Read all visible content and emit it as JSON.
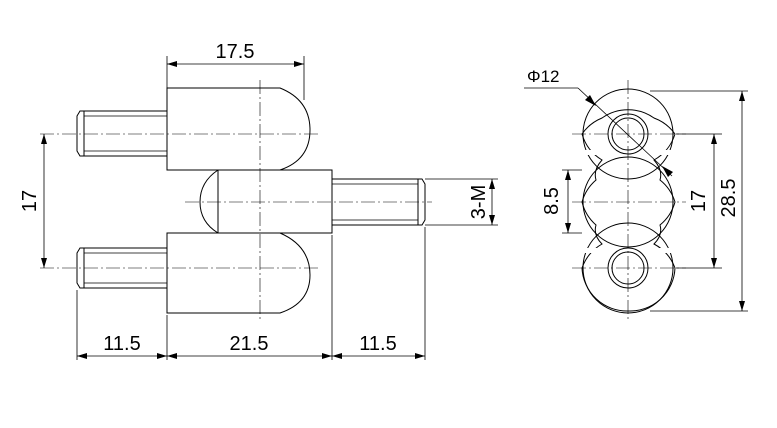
{
  "side_view": {
    "dim_top": "17.5",
    "dim_vertical": "17",
    "dim_thread": "3-M",
    "dim_bottom_left": "11.5",
    "dim_bottom_mid": "21.5",
    "dim_bottom_right": "11.5"
  },
  "end_view": {
    "dim_diameter": "Φ12",
    "dim_pitch": "8.5",
    "dim_center": "17",
    "dim_height": "28.5"
  }
}
